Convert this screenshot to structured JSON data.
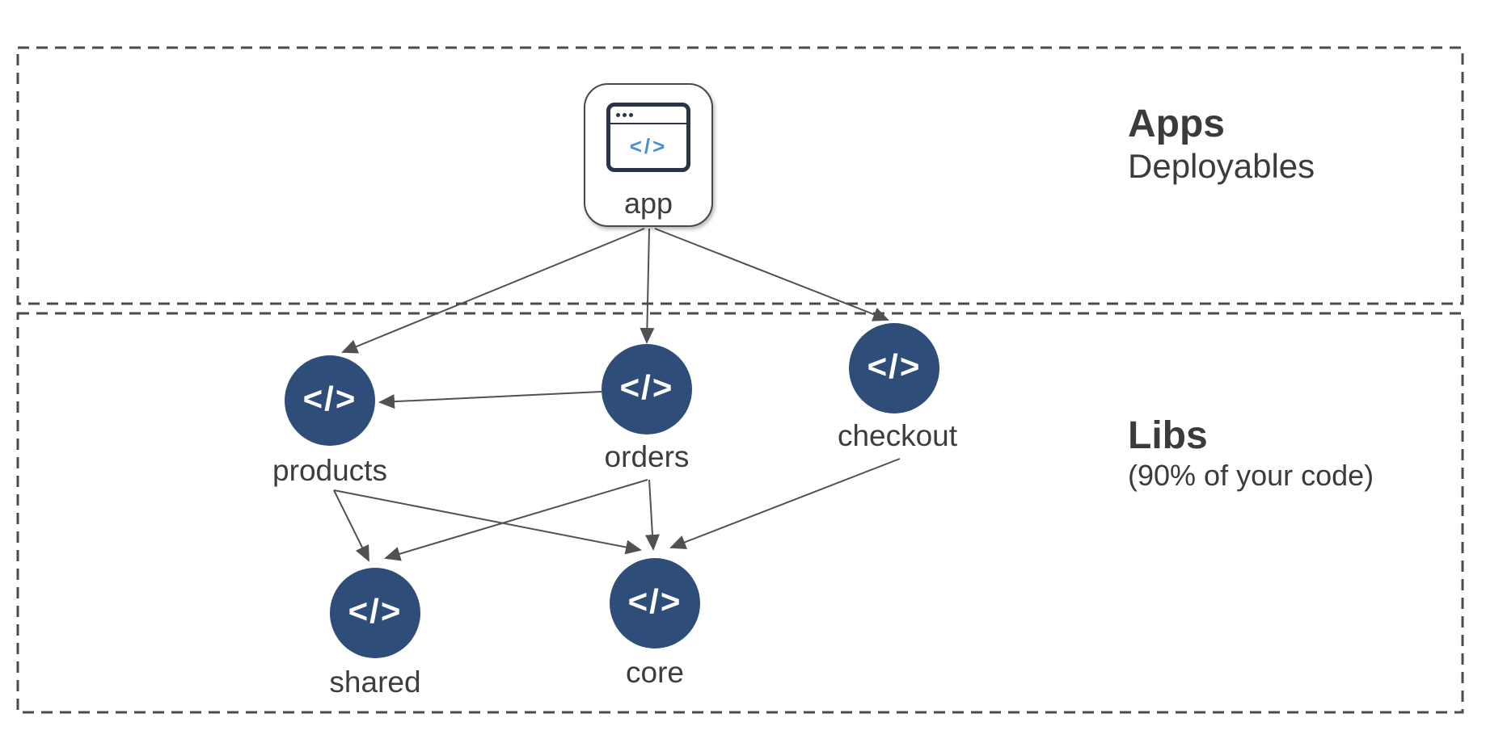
{
  "regions": {
    "apps": {
      "title": "Apps",
      "subtitle": "Deployables"
    },
    "libs": {
      "title": "Libs",
      "subtitle": "(90% of your code)"
    }
  },
  "nodes": {
    "app": {
      "label": "app",
      "icon": "browser-code-icon",
      "icon_glyph": "</>"
    },
    "products": {
      "label": "products",
      "icon": "code-icon",
      "icon_glyph": "</>"
    },
    "orders": {
      "label": "orders",
      "icon": "code-icon",
      "icon_glyph": "</>"
    },
    "checkout": {
      "label": "checkout",
      "icon": "code-icon",
      "icon_glyph": "</>"
    },
    "shared": {
      "label": "shared",
      "icon": "code-icon",
      "icon_glyph": "</>"
    },
    "core": {
      "label": "core",
      "icon": "code-icon",
      "icon_glyph": "</>"
    }
  },
  "edges": [
    {
      "from": "app",
      "to": "products"
    },
    {
      "from": "app",
      "to": "orders"
    },
    {
      "from": "app",
      "to": "checkout"
    },
    {
      "from": "orders",
      "to": "products"
    },
    {
      "from": "products",
      "to": "shared"
    },
    {
      "from": "products",
      "to": "core"
    },
    {
      "from": "orders",
      "to": "shared"
    },
    {
      "from": "orders",
      "to": "core"
    },
    {
      "from": "checkout",
      "to": "core"
    }
  ],
  "colors": {
    "lib_node_fill": "#2e4d78",
    "lib_node_glyph": "#ffffff",
    "app_icon_stroke": "#2b3446",
    "app_icon_code": "#4a8fd4",
    "app_box_border": "#47474d",
    "arrow": "#515151",
    "region_dash_border": "#4b4b4b",
    "text": "#3d3d3d"
  }
}
